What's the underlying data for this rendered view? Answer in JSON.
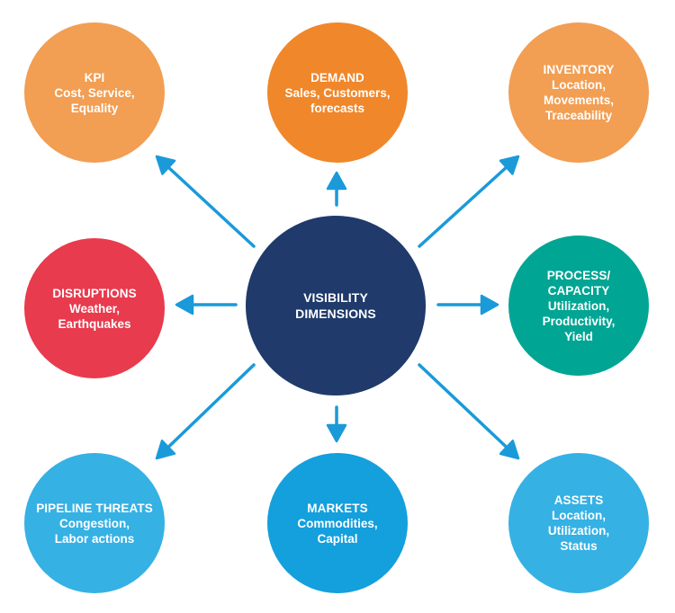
{
  "diagram": {
    "center": {
      "title": "VISIBILITY",
      "subtitle": "DIMENSIONS",
      "color": "#1f3a6b"
    },
    "arrow_color": "#1a9ad9",
    "nodes": [
      {
        "id": "kpi",
        "title": "KPI",
        "lines": [
          "Cost, Service,",
          "Equality"
        ],
        "color": "#f29e53"
      },
      {
        "id": "demand",
        "title": "DEMAND",
        "lines": [
          "Sales, Customers,",
          "forecasts"
        ],
        "color": "#f0872a"
      },
      {
        "id": "inventory",
        "title": "INVENTORY",
        "lines": [
          "Location,",
          "Movements,",
          "Traceability"
        ],
        "color": "#f29e53"
      },
      {
        "id": "disruptions",
        "title": "DISRUPTIONS",
        "lines": [
          "Weather,",
          "Earthquakes"
        ],
        "color": "#e83b4e"
      },
      {
        "id": "process-capacity",
        "title": "PROCESS/ CAPACITY",
        "lines": [
          "Utilization,",
          "Productivity,",
          "Yield"
        ],
        "color": "#00a593"
      },
      {
        "id": "pipeline-threats",
        "title": "PIPELINE THREATS",
        "lines": [
          "Congestion,",
          "Labor actions"
        ],
        "color": "#35b1e4"
      },
      {
        "id": "markets",
        "title": "MARKETS",
        "lines": [
          "Commodities,",
          "Capital"
        ],
        "color": "#149fdd"
      },
      {
        "id": "assets",
        "title": "ASSETS",
        "lines": [
          "Location,",
          "Utilization,",
          "Status"
        ],
        "color": "#35b1e4"
      }
    ]
  }
}
